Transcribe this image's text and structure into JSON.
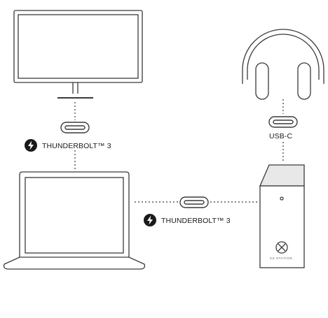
{
  "labels": {
    "top_connection": "THUNDERBOLT™ 3",
    "middle_connection": "THUNDERBOLT™ 3",
    "right_connection": "USB-C"
  },
  "devices": {
    "station_brand": "XS STATION"
  },
  "icons": {
    "thunderbolt": "thunderbolt-icon",
    "port": "usb-c-port-icon",
    "monitor": "monitor-icon",
    "laptop": "laptop-icon",
    "headphones": "headphones-icon",
    "station": "station-icon",
    "logo": "xs-logo-icon"
  },
  "colors": {
    "stroke": "#3a3a3a",
    "fill": "#ffffff",
    "shade": "#e8e8e8",
    "icon": "#1a1a1a"
  }
}
